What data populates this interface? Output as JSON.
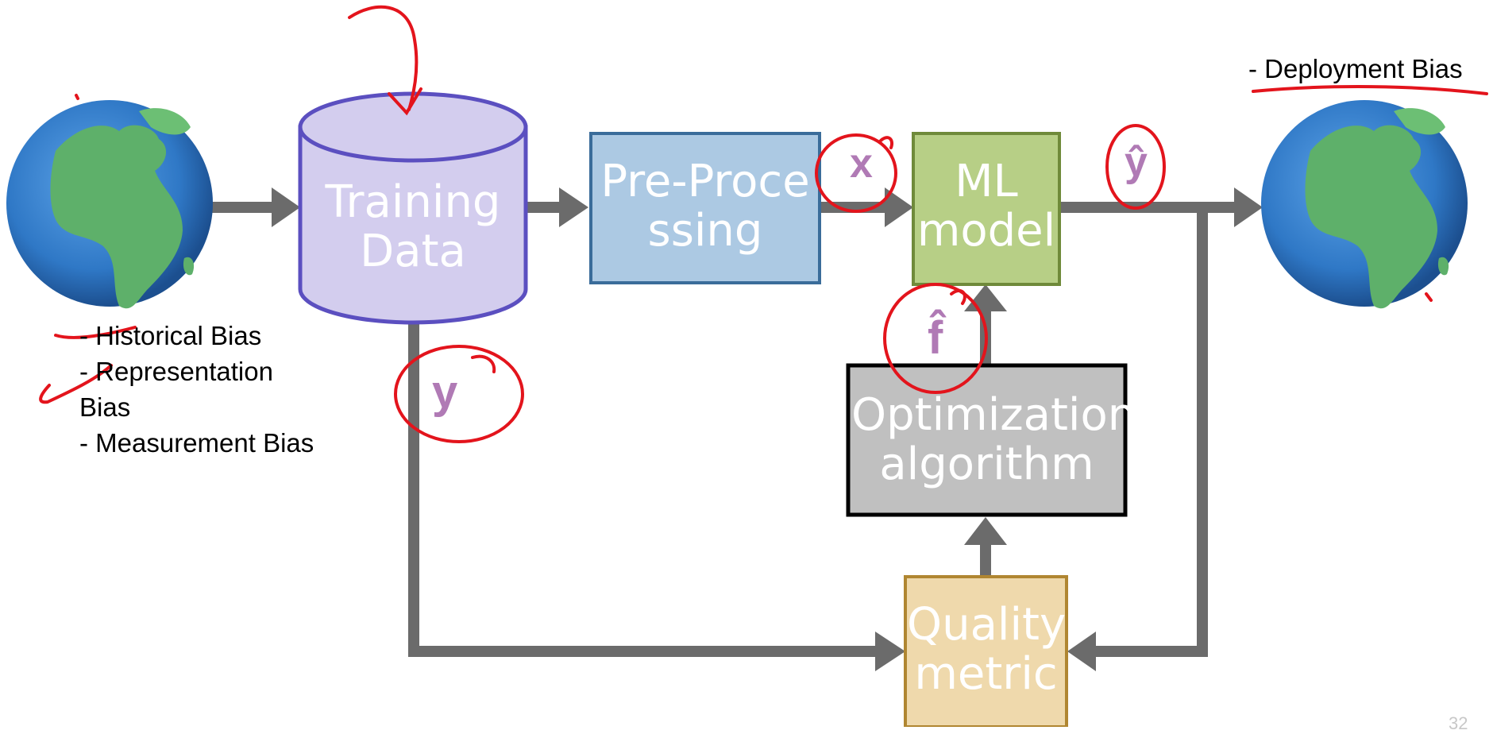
{
  "nodes": {
    "training_data": "Training Data",
    "preprocessing": "Pre-Processing",
    "ml_model": "ML model",
    "optimization": "Optimization algorithm",
    "quality": "Quality metric"
  },
  "variables": {
    "x": "x",
    "y_hat": "ŷ",
    "f_hat": "f̂",
    "y": "y"
  },
  "biases": {
    "historical": "- Historical Bias",
    "representation_line1": "- Representation",
    "representation_line2": "Bias",
    "measurement": "- Measurement Bias",
    "deployment": "- Deployment Bias"
  },
  "page_number": "32",
  "colors": {
    "training_data_fill": "#d3cdee",
    "training_data_stroke": "#5b4fc0",
    "preprocessing_fill": "#acc9e3",
    "preprocessing_stroke": "#3a6c9a",
    "ml_model_fill": "#b7cf86",
    "ml_model_stroke": "#6f8a3a",
    "optimization_fill": "#c0c0c0",
    "quality_fill": "#efd9ac",
    "quality_stroke": "#b08631",
    "arrow": "#6b6b6b",
    "variable": "#b07ab5",
    "annotation": "#e3141c"
  }
}
